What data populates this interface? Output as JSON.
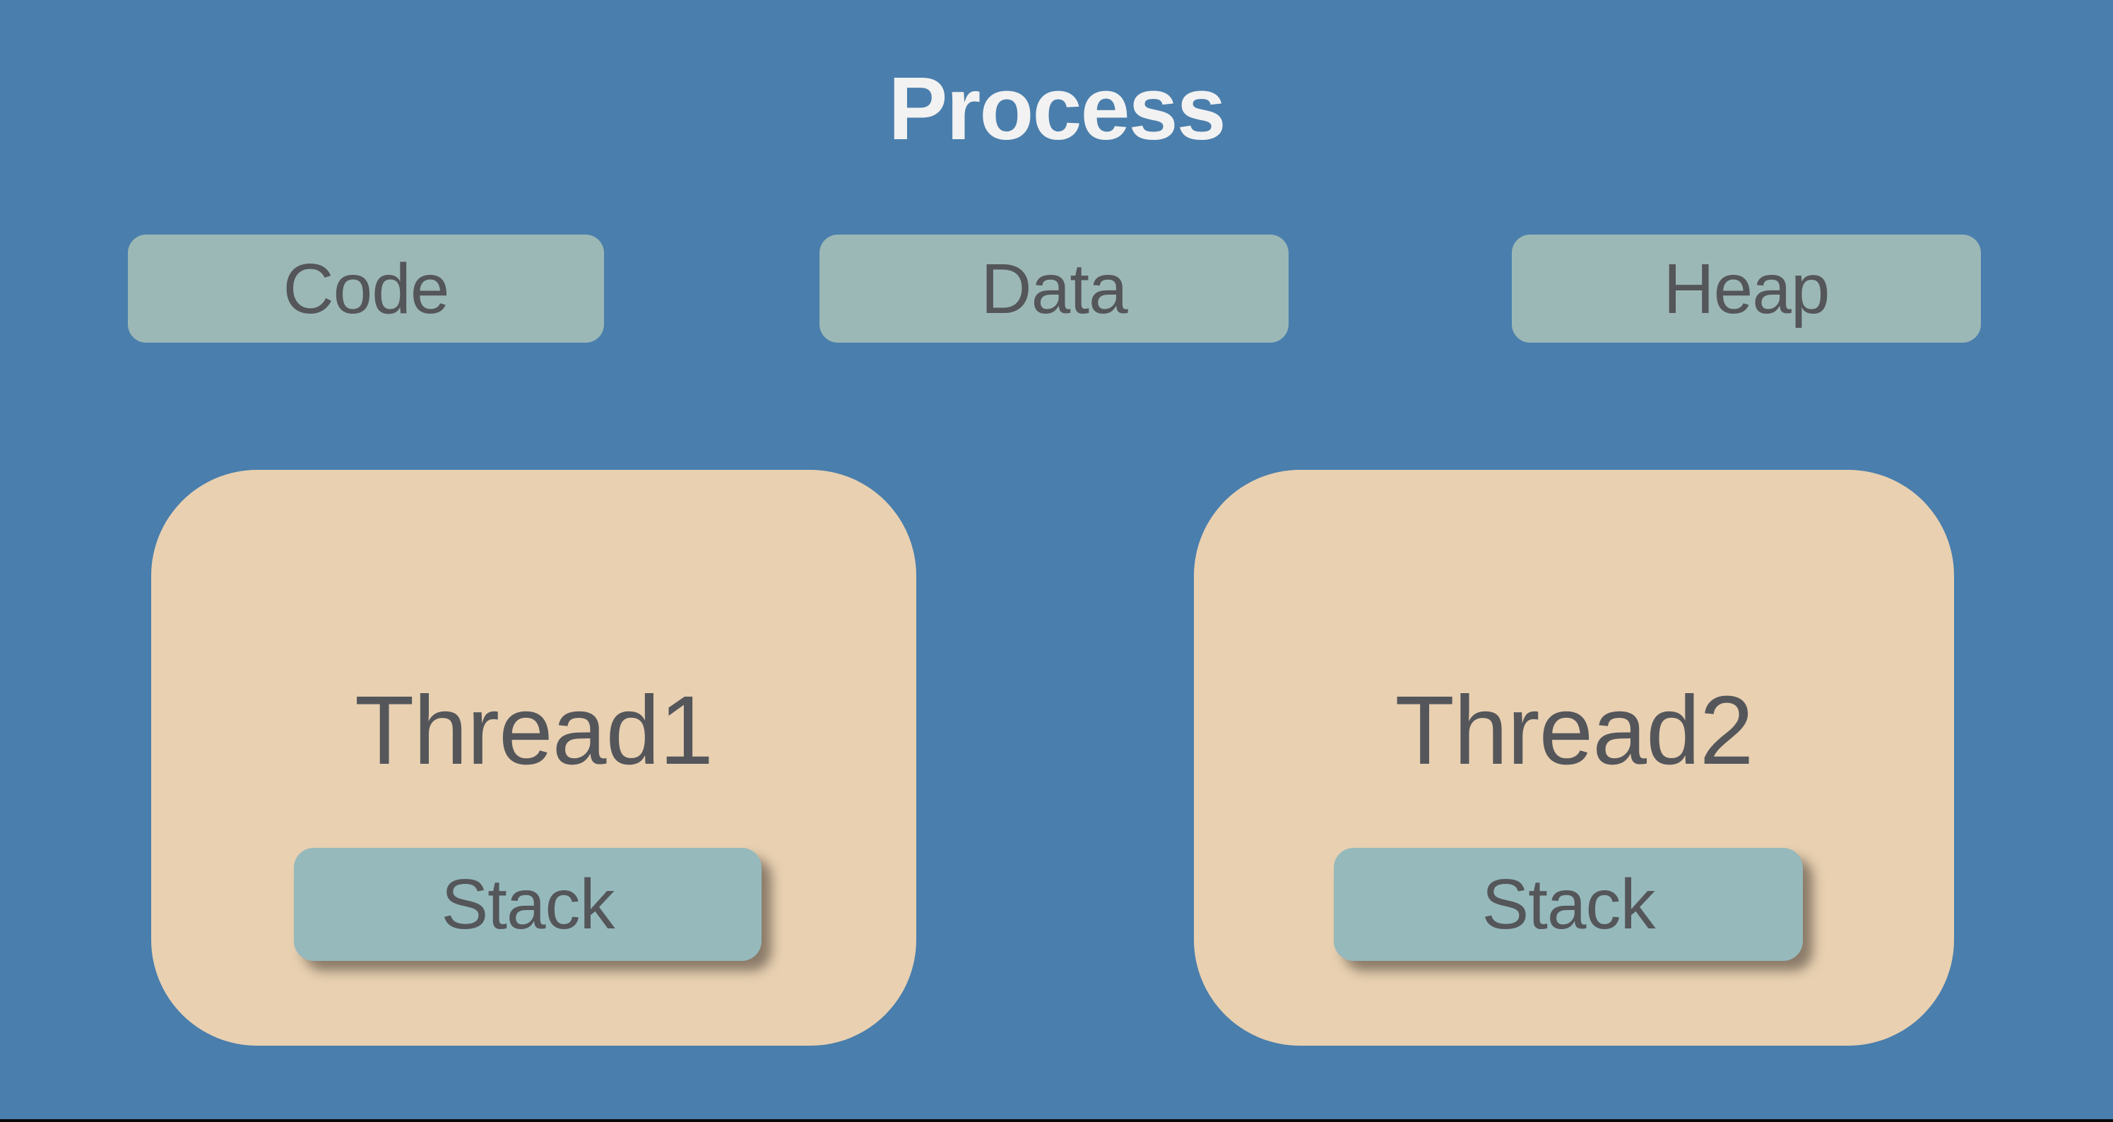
{
  "title": "Process",
  "memory_segments": [
    {
      "label": "Code"
    },
    {
      "label": "Data"
    },
    {
      "label": "Heap"
    }
  ],
  "threads": [
    {
      "label": "Thread1",
      "stack": {
        "label": "Stack"
      }
    },
    {
      "label": "Thread2",
      "stack": {
        "label": "Stack"
      }
    }
  ],
  "colors": {
    "background": "#4A7EAC",
    "segment_box": "#9CB8B6",
    "thread_box": "#E8D0B1",
    "stack_box": "#96B9BC",
    "label_text": "#54565A",
    "title_text": "#F2F2F2"
  }
}
